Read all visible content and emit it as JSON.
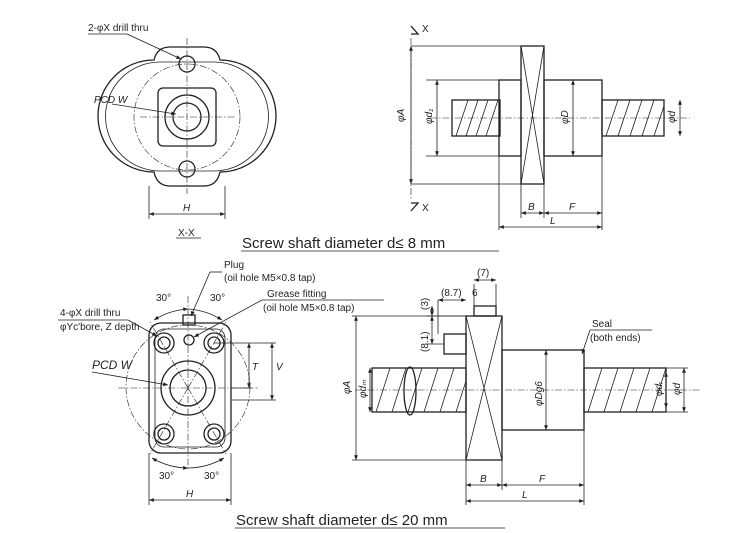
{
  "top": {
    "caption": "Screw shaft diameter d≤ 8 mm",
    "end_view": {
      "drill_label": "2-φX drill thru",
      "pcd_label": "PCD W",
      "h_label": "H",
      "section_label": "X-X"
    },
    "side_view": {
      "section_mark_top": "X",
      "section_mark_bottom": "X",
      "dia_A": "φA",
      "dia_d1": "φd₁",
      "dia_D": "φD",
      "dia_d": "φd",
      "B": "B",
      "F": "F",
      "L": "L"
    }
  },
  "bottom": {
    "caption": "Screw shaft diameter d≤ 20 mm",
    "end_view": {
      "angle_top_left": "30°",
      "angle_top_right": "30°",
      "plug_line1": "Plug",
      "plug_line2": "(oil hole M5×0.8 tap)",
      "grease_line1": "Grease fitting",
      "grease_line2": "(oil hole M5×0.8 tap)",
      "drill_line1": "4-φX drill thru",
      "drill_line2": "φYc'bore, Z depth",
      "pcd_label": "PCD W",
      "T": "T",
      "V": "V",
      "angle_bottom_left": "30°",
      "angle_bottom_right": "30°",
      "h_label": "H"
    },
    "side_view": {
      "dim_7": "(7)",
      "dim_8_7": "(8.7)",
      "dim_6": "6",
      "dim_3": "(3)",
      "dim_8_1": "(8.1)",
      "seal_line1": "Seal",
      "seal_line2": "(both ends)",
      "dia_A": "φA",
      "dia_dm": "φdₘ",
      "dia_Dg6": "φDg6",
      "dia_dr": "φdᵣ",
      "dia_d": "φd",
      "B": "B",
      "F": "F",
      "L": "L"
    }
  }
}
